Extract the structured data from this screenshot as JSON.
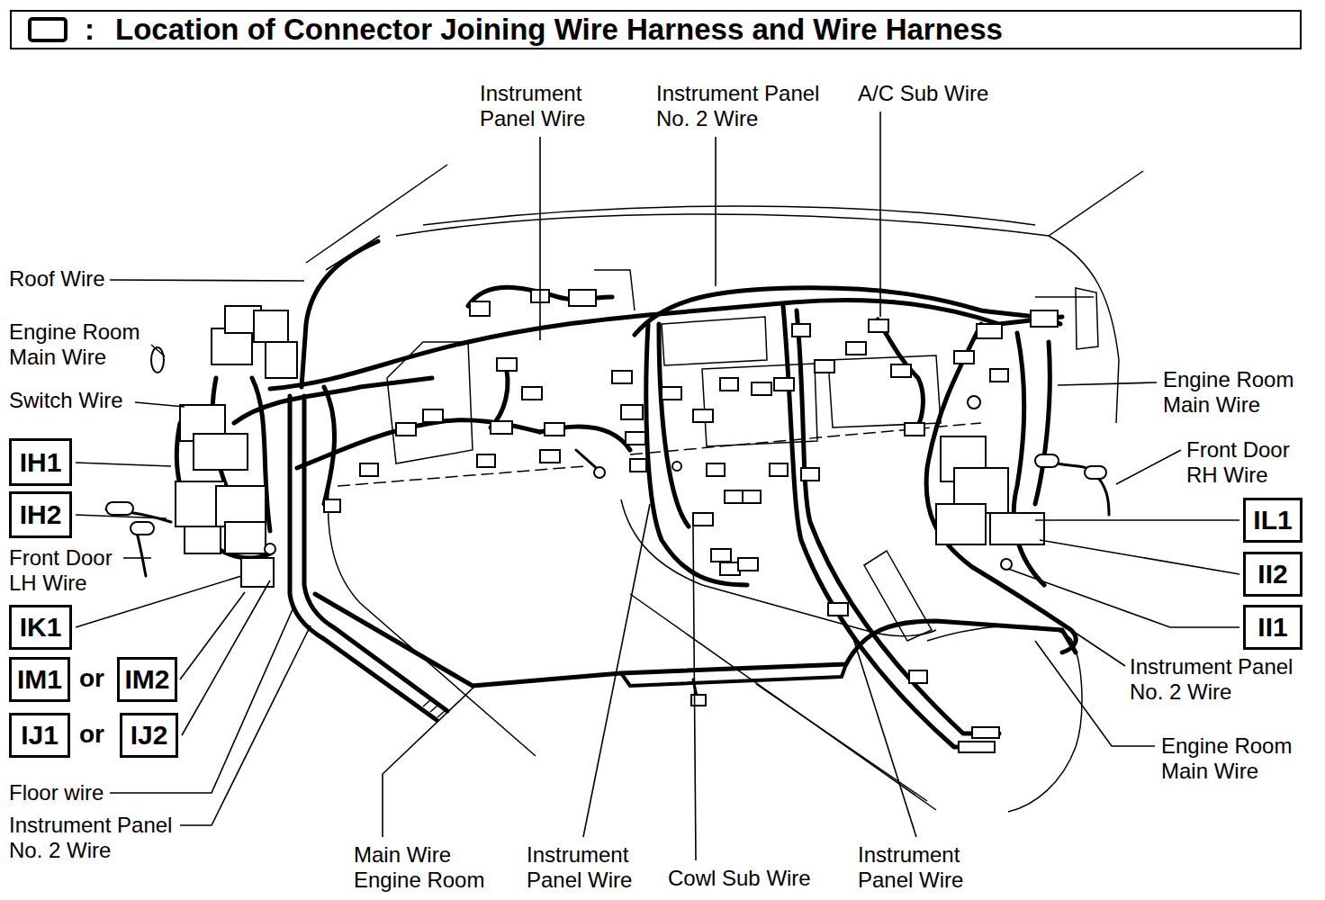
{
  "diagram": {
    "title": "Location of Connector Joining Wire Harness and Wire Harness",
    "nodes": [
      {
        "text": [
          "IH1"
        ]
      },
      {
        "text": [
          "IH2"
        ]
      },
      {
        "text": [
          "IK1"
        ]
      },
      {
        "text": [
          "IM1"
        ]
      },
      {
        "text": [
          "IM2"
        ]
      },
      {
        "text": [
          "IJ1"
        ]
      },
      {
        "text": [
          "IJ2"
        ]
      },
      {
        "text": [
          "IL1"
        ]
      },
      {
        "text": [
          "II2"
        ]
      },
      {
        "text": [
          "II1"
        ]
      }
    ],
    "labels": [
      ":",
      "Instrument Panel Wire",
      "Instrument Panel No. 2 Wire",
      "A/C Sub Wire",
      "Roof Wire",
      "Engine Room Main Wire",
      "Switch Wire",
      "Engine Room Main Wire",
      "Front Door RH Wire",
      "Front Door LH Wire",
      "or",
      "or",
      "Floor wire",
      "Instrument Panel No. 2 Wire",
      "Instrument Panel No. 2 Wire",
      "Engine Room Main Wire",
      "Main Wire Engine Room",
      "Instrument Panel Wire",
      "Cowl Sub Wire",
      "Instrument Panel Wire"
    ]
  }
}
